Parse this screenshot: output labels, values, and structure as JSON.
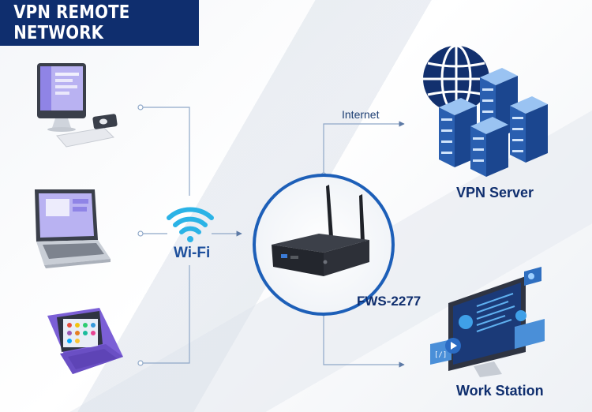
{
  "banner": {
    "title": "VPN REMOTE NETWORK"
  },
  "nodes": {
    "wifi": "Wi-Fi",
    "device": "FWS-2277",
    "vpn_server": "VPN Server",
    "work_station": "Work Station"
  },
  "links": {
    "internet": "Internet"
  },
  "colors": {
    "banner": "#0f2e6e",
    "accent": "#1d5fb8",
    "wifi": "#2bb3e6",
    "line": "#8fa8c8"
  },
  "icons": [
    "desktop-icon",
    "laptop-icon",
    "tablet-icon",
    "wifi-icon",
    "router-device-icon",
    "globe-icon",
    "server-stack-icon",
    "workstation-icon"
  ]
}
